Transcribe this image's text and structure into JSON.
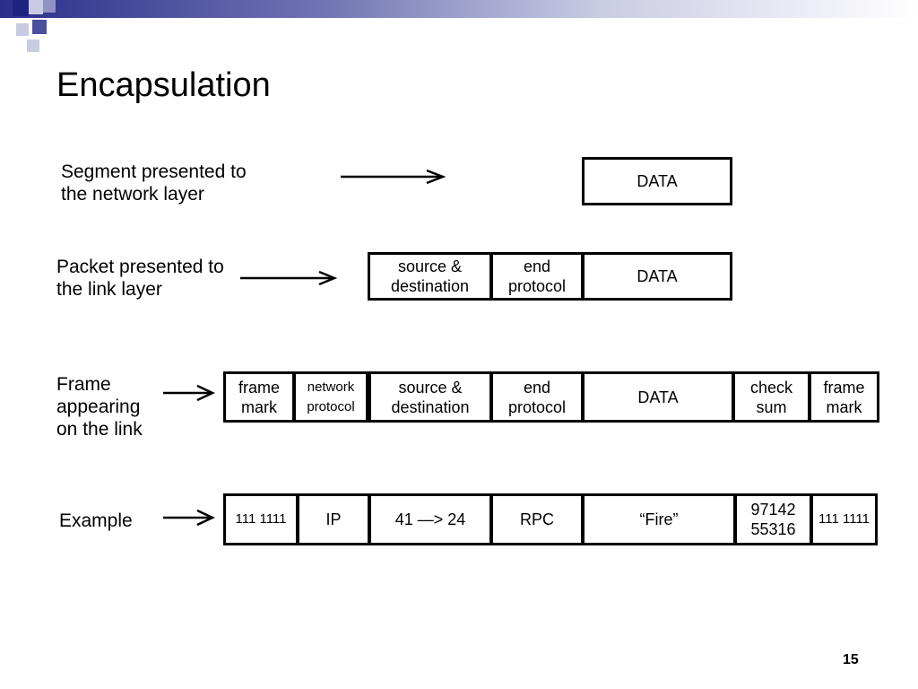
{
  "slide": {
    "title": "Encapsulation",
    "page_number": "15",
    "colors": {
      "banner_dark": "#2a2f8a",
      "banner_light": "#c9cbe3"
    }
  },
  "rows": {
    "segment": {
      "label": "Segment presented to\nthe network layer",
      "cells": [
        "DATA"
      ]
    },
    "packet": {
      "label": "Packet presented to\nthe link layer",
      "cells": [
        "source &\ndestination",
        "end\nprotocol",
        "DATA"
      ]
    },
    "frame": {
      "label": "Frame\nappearing\non the link",
      "cells": [
        "frame\nmark",
        "network\nprotocol",
        "source &\ndestination",
        "end\nprotocol",
        "DATA",
        "check\nsum",
        "frame\nmark"
      ]
    },
    "example": {
      "label": "Example",
      "cells": [
        "111 1111",
        "IP",
        "41 —> 24",
        "RPC",
        "“Fire”",
        "97142\n55316",
        "111 1111"
      ]
    }
  }
}
